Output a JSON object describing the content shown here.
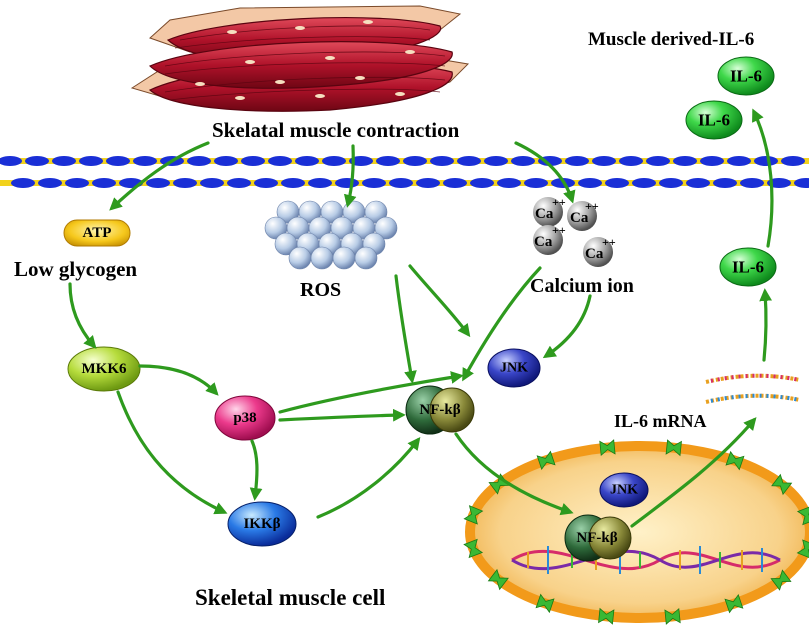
{
  "labels": {
    "contraction": "Skelatal muscle contraction",
    "secreted_title": "Muscle derived-IL-6",
    "atp": "ATP",
    "low_glycogen": "Low glycogen",
    "ros": "ROS",
    "calcium_ion": "Calcium ion",
    "calcium_symbol": "Ca",
    "calcium_charge": "++",
    "mkk6": "MKK6",
    "p38": "p38",
    "ikkb": "IKKβ",
    "nfkb": "NF-kβ",
    "jnk": "JNK",
    "jnk_nucleus": "JNK",
    "nfkb_nucleus": "NF-kβ",
    "il6_mrna": "IL-6 mRNA",
    "il6_cell": "IL-6",
    "il6_out_1": "IL-6",
    "il6_out_2": "IL-6",
    "cell_label": "Skeletal muscle cell"
  },
  "colors": {
    "arrow": "#2e9a1e",
    "muscle": "#b0122a",
    "membrane_blue": "#1a2fd6",
    "membrane_yellow": "#f2d21c",
    "nucleus_fill": "#f6cf7a",
    "nucleus_border": "#f29a1a",
    "il6": "#2ec83a",
    "mkk6": "#b6dc3c",
    "p38": "#ec3a8c",
    "ikkb": "#1f6cdc",
    "jnk": "#3a46c8",
    "nfkb": "#2e6a3a"
  }
}
